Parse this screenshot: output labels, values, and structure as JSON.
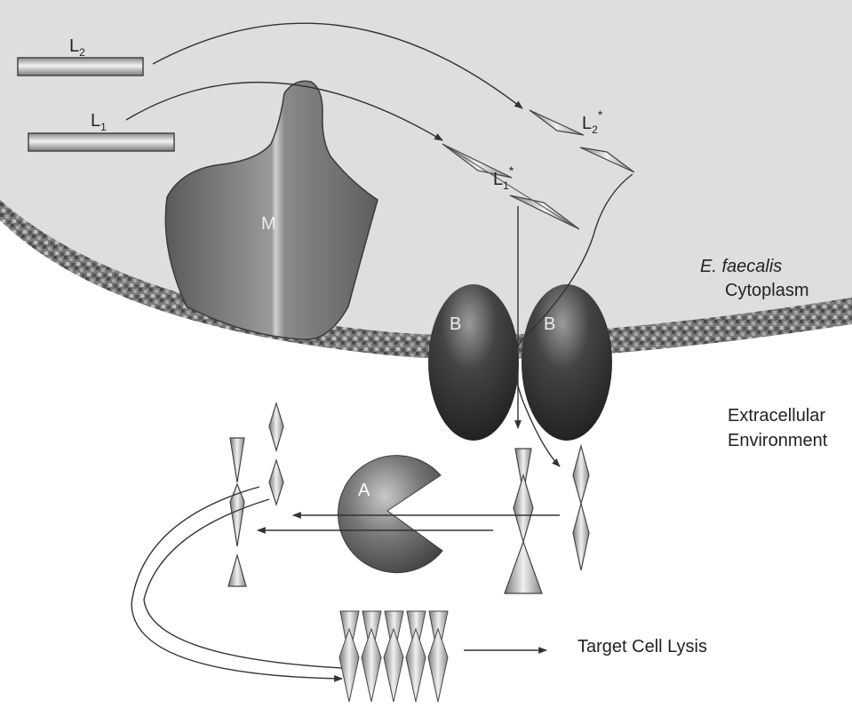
{
  "labels": {
    "l2": "L",
    "l2_sub": "2",
    "l1": "L",
    "l1_sub": "1",
    "l1_star": "L",
    "l1_star_sub": "1",
    "l2_star": "L",
    "l2_star_sub": "2",
    "star": "*",
    "m": "M",
    "b_left": "B",
    "b_right": "B",
    "a": "A",
    "organism": "E. faecalis",
    "cytoplasm": "Cytoplasm",
    "extracellular_1": "Extracellular",
    "extracellular_2": "Environment",
    "lysis": "Target Cell Lysis"
  },
  "colors": {
    "cytoplasm_fill": "#dedede",
    "membrane": "#6a6a6a",
    "protein_dark": "#3a3a3a",
    "arrow": "#333333"
  }
}
